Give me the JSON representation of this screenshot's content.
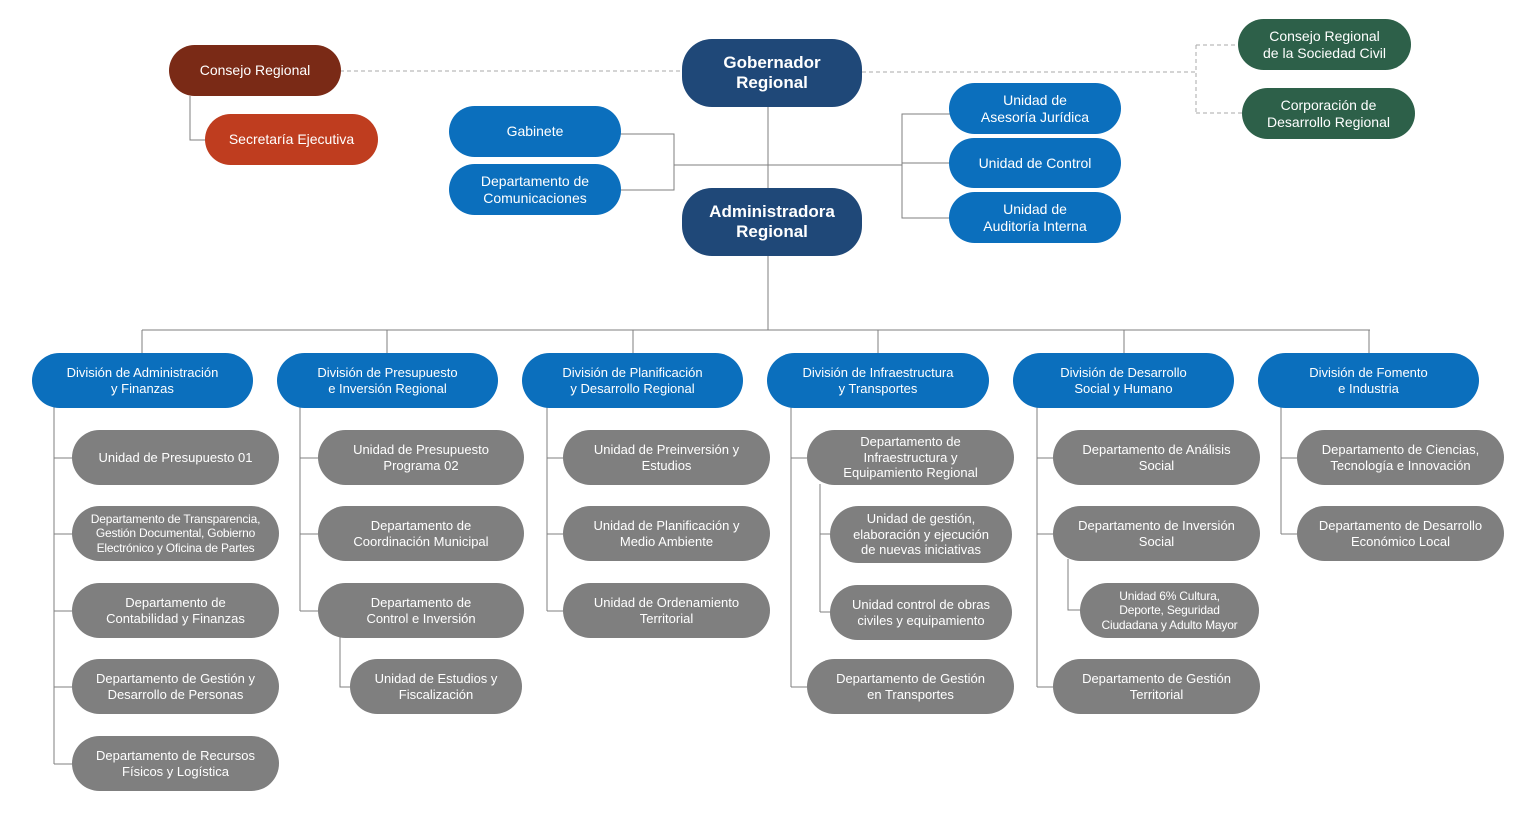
{
  "top": {
    "governor": "Gobernador\nRegional",
    "administrator": "Administradora\nRegional"
  },
  "council": {
    "regional_council": "Consejo Regional",
    "executive_secretariat": "Secretaría Ejecutiva"
  },
  "civil": {
    "civil_society_council": "Consejo Regional\nde la Sociedad Civil",
    "development_corporation": "Corporación de\nDesarrollo Regional"
  },
  "staff_left": {
    "cabinet": "Gabinete",
    "communications": "Departamento de\nComunicaciones"
  },
  "staff_right": {
    "legal": "Unidad de\nAsesoría Jurídica",
    "control": "Unidad de Control",
    "audit": "Unidad de\nAuditoría Interna"
  },
  "divisions": [
    {
      "name": "División de Administración\ny Finanzas",
      "units": [
        "Unidad de Presupuesto 01",
        "Departamento de Transparencia,\nGestión Documental, Gobierno\nElectrónico y Oficina de Partes",
        "Departamento de\nContabilidad y Finanzas",
        "Departamento de Gestión y\nDesarrollo de Personas",
        "Departamento de Recursos\nFísicos y Logística"
      ]
    },
    {
      "name": "División de Presupuesto\ne Inversión Regional",
      "units": [
        "Unidad de Presupuesto\nPrograma 02",
        "Departamento de\nCoordinación Municipal",
        "Departamento de\nControl e Inversión"
      ],
      "subunits": [
        "Unidad de Estudios y\nFiscalización"
      ]
    },
    {
      "name": "División de Planificación\ny Desarrollo Regional",
      "units": [
        "Unidad de Preinversión y\nEstudios",
        "Unidad de Planificación y\nMedio Ambiente",
        "Unidad de Ordenamiento\nTerritorial"
      ]
    },
    {
      "name": "División de Infraestructura\ny Transportes",
      "units": [
        "Departamento de\nInfraestructura y\nEquipamiento Regional",
        "Departamento de Gestión\nen Transportes"
      ],
      "subunits": [
        "Unidad de gestión,\nelaboración y ejecución\nde nuevas iniciativas",
        "Unidad control de obras\nciviles y equipamiento"
      ]
    },
    {
      "name": "División de Desarrollo\nSocial y Humano",
      "units": [
        "Departamento de Análisis\nSocial",
        "Departamento de Inversión\nSocial",
        "Departamento de Gestión\nTerritorial"
      ],
      "subunits": [
        "Unidad 6% Cultura,\nDeporte, Seguridad\nCiudadana y Adulto Mayor"
      ]
    },
    {
      "name": "División de Fomento\ne Industria",
      "units": [
        "Departamento de Ciencias,\nTecnología e Innovación",
        "Departamento de Desarrollo\nEconómico Local"
      ]
    }
  ],
  "colors": {
    "executive": "#1f4878",
    "division": "#0b6fbd",
    "unit": "#7f7f7f",
    "council_dark": "#7a2a16",
    "council_light": "#bf3d1f",
    "civil": "#2d6049",
    "connector": "#7f7f7f"
  }
}
